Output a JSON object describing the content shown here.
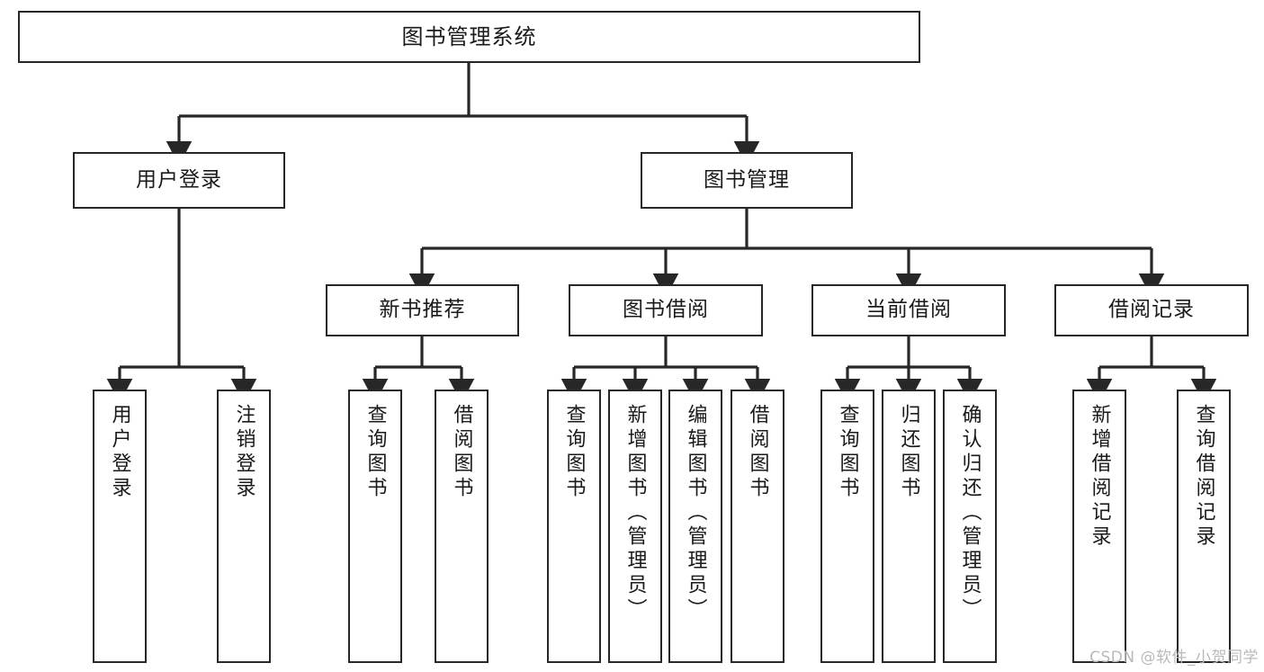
{
  "diagram": {
    "title": "图书管理系统",
    "watermark": "CSDN @软件_小贺同学",
    "colors": {
      "stroke": "#272727",
      "fill": "#ffffff",
      "text": "#1a1a1a",
      "watermark": "#b9b9b9"
    },
    "levels": {
      "root": {
        "label": "图书管理系统"
      },
      "level2": [
        {
          "label": "用户登录"
        },
        {
          "label": "图书管理"
        }
      ],
      "level3": [
        {
          "label": "新书推荐"
        },
        {
          "label": "图书借阅"
        },
        {
          "label": "当前借阅"
        },
        {
          "label": "借阅记录"
        }
      ],
      "leaves": [
        {
          "label": "用户登录",
          "parent": "用户登录"
        },
        {
          "label": "注销登录",
          "parent": "用户登录"
        },
        {
          "label": "查询图书",
          "parent": "新书推荐"
        },
        {
          "label": "借阅图书",
          "parent": "新书推荐"
        },
        {
          "label": "查询图书",
          "parent": "图书借阅"
        },
        {
          "label": "新增图书（管理员）",
          "parent": "图书借阅"
        },
        {
          "label": "编辑图书（管理员）",
          "parent": "图书借阅"
        },
        {
          "label": "借阅图书",
          "parent": "图书借阅"
        },
        {
          "label": "查询图书",
          "parent": "当前借阅"
        },
        {
          "label": "归还图书",
          "parent": "当前借阅"
        },
        {
          "label": "确认归还（管理员）",
          "parent": "当前借阅"
        },
        {
          "label": "新增借阅记录",
          "parent": "借阅记录"
        },
        {
          "label": "查询借阅记录",
          "parent": "借阅记录"
        }
      ]
    }
  }
}
